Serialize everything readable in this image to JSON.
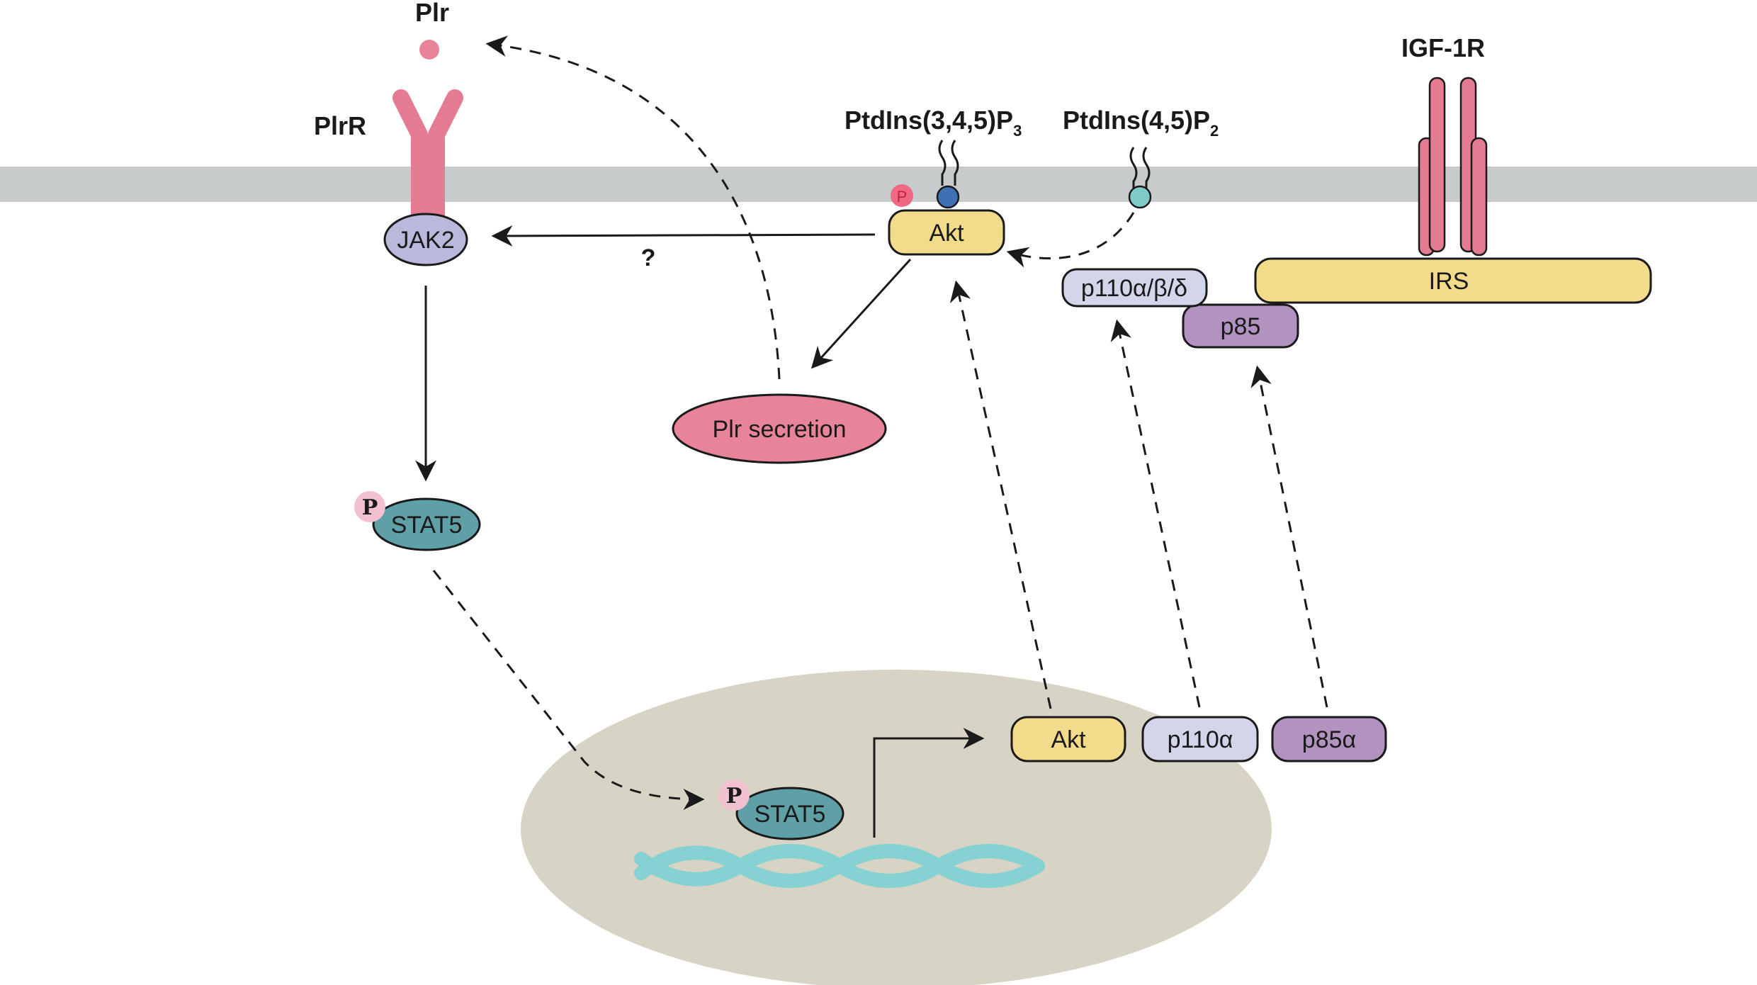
{
  "labels": {
    "plr": "Plr",
    "plrr": "PlrR",
    "igf1r": "IGF-1R",
    "pip3": "PtdIns(3,4,5)P",
    "pip3_sub": "3",
    "pip2": "PtdIns(4,5)P",
    "pip2_sub": "2",
    "question": "?"
  },
  "nodes": {
    "jak2": "JAK2",
    "akt_membrane": "Akt",
    "irs": "IRS",
    "p110_complex": "p110α/β/δ",
    "p85": "p85",
    "plr_secretion": "Plr secretion",
    "stat5": "STAT5",
    "stat5_nucleus": "STAT5",
    "akt_gene": "Akt",
    "p110a_gene": "p110α",
    "p85a_gene": "p85α"
  },
  "phospho": {
    "akt_p": "P",
    "stat5_p": "P",
    "stat5_nucleus_p": "P"
  },
  "colors": {
    "membrane": "#c8cbcb",
    "pink": "#e8849a",
    "receptor_pink": "#e47b92",
    "jak2": "#b9b9db",
    "akt": "#f2dc8c",
    "p110": "#d3d5ea",
    "p85": "#b293bf",
    "stat5": "#5f9fa6",
    "phospho_light": "#f2c1d0",
    "nucleus": "#d7d4c5",
    "dna": "#86d1d2",
    "pip3_head": "#3f6fb5",
    "pip2_head": "#7fcbc8",
    "akt_p_badge": "#ee6a84"
  }
}
